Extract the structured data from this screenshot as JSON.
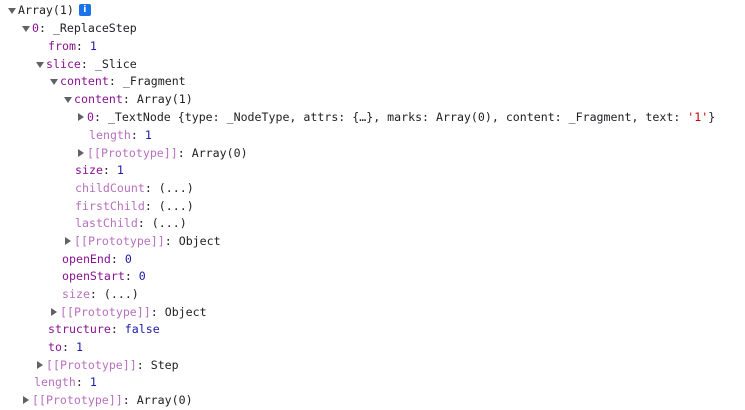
{
  "console": {
    "info_badge": "i",
    "lines": [
      {
        "k": "Array(1)"
      },
      {
        "k": "0",
        "v": "_ReplaceStep"
      },
      {
        "k": "from",
        "v": "1"
      },
      {
        "k": "slice",
        "v": "_Slice"
      },
      {
        "k": "content",
        "v": "_Fragment"
      },
      {
        "k": "content",
        "v": "Array(1)"
      },
      {
        "k": "0",
        "v": "_TextNode {type: _NodeType, attrs: {…}, marks: Array(0), content: _Fragment, text: ",
        "s": "'1'",
        "e": "}"
      },
      {
        "k": "length",
        "v": "1"
      },
      {
        "k": "[[Prototype]]",
        "v": "Array(0)"
      },
      {
        "k": "size",
        "v": "1"
      },
      {
        "k": "childCount",
        "v": "(...)"
      },
      {
        "k": "firstChild",
        "v": "(...)"
      },
      {
        "k": "lastChild",
        "v": "(...)"
      },
      {
        "k": "[[Prototype]]",
        "v": "Object"
      },
      {
        "k": "openEnd",
        "v": "0"
      },
      {
        "k": "openStart",
        "v": "0"
      },
      {
        "k": "size",
        "v": "(...)"
      },
      {
        "k": "[[Prototype]]",
        "v": "Object"
      },
      {
        "k": "structure",
        "v": "false"
      },
      {
        "k": "to",
        "v": "1"
      },
      {
        "k": "[[Prototype]]",
        "v": "Step"
      },
      {
        "k": "length",
        "v": "1"
      },
      {
        "k": "[[Prototype]]",
        "v": "Array(0)"
      }
    ]
  }
}
